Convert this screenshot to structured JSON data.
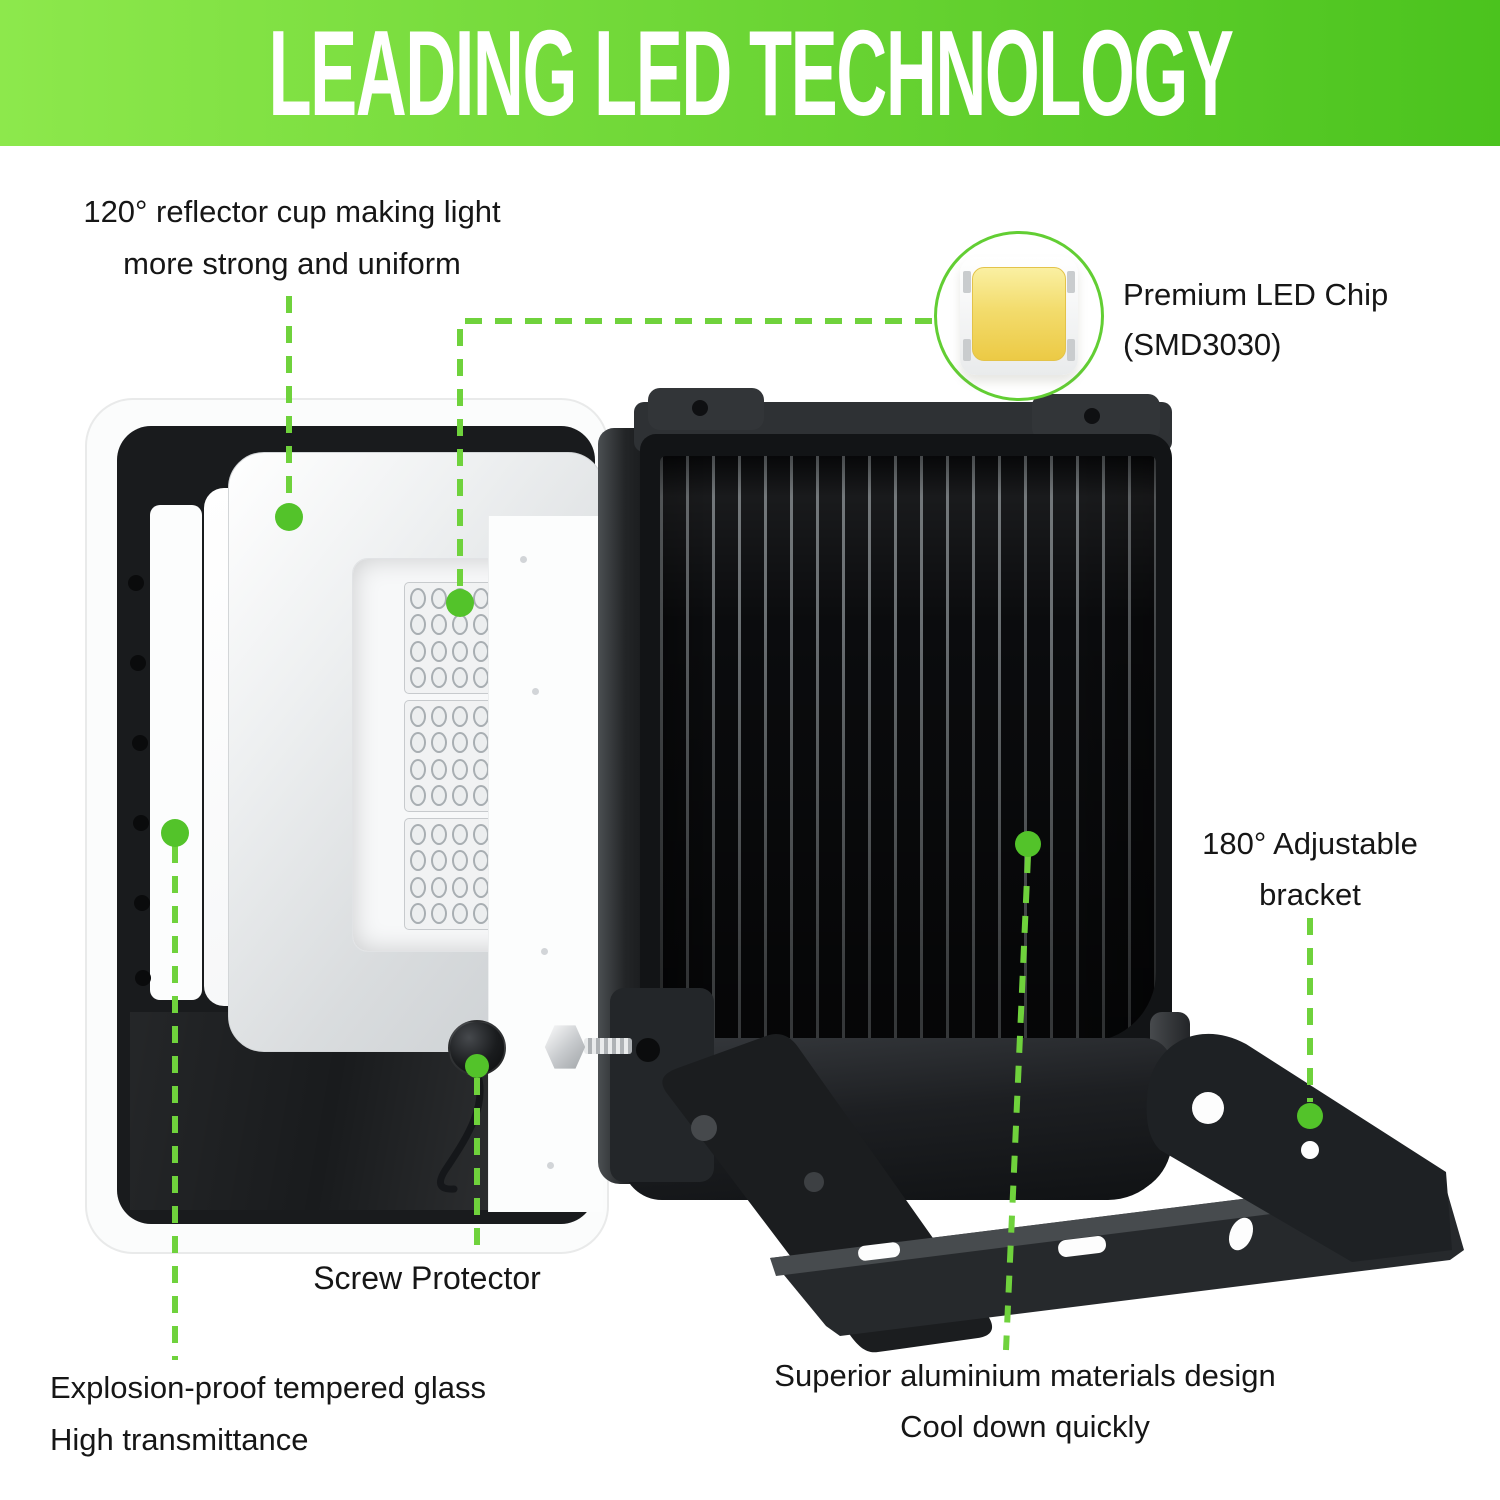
{
  "banner": {
    "title": "LEADING LED TECHNOLOGY"
  },
  "colors": {
    "banner_gradient_left": "#8DE84C",
    "banner_gradient_right": "#4BC31E",
    "accent_line": "#6FD23C",
    "accent_dot": "#53C32A",
    "chip_ring": "#62CE33",
    "label_text": "#161616"
  },
  "callouts": {
    "reflector": {
      "line1": "120° reflector cup making light",
      "line2": "more strong and uniform"
    },
    "led_chip": {
      "line1": "Premium LED Chip",
      "line2": "(SMD3030)"
    },
    "bracket": {
      "line1": "180° Adjustable",
      "line2": "bracket"
    },
    "screw_protector": {
      "label": "Screw Protector"
    },
    "tempered_glass": {
      "line1": "Explosion-proof tempered glass",
      "line2": "High transmittance"
    },
    "aluminium": {
      "line1": "Superior aluminium materials design",
      "line2": "Cool down quickly"
    }
  }
}
